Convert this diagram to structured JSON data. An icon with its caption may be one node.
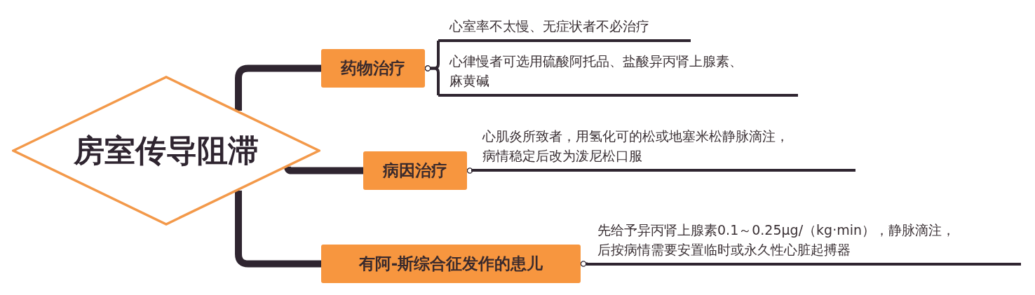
{
  "diagram": {
    "nodes": [
      {
        "text": [
          "房室传导阻滞"
        ]
      },
      {
        "text": [
          "药物治疗"
        ]
      },
      {
        "text": [
          "病因治疗"
        ]
      },
      {
        "text": [
          "有阿-斯综合征发作的患儿"
        ]
      },
      {
        "text": [
          "心室率不太慢、无症状者不必治疗"
        ]
      },
      {
        "text": [
          "心律慢者可选用硫酸阿托品、盐酸异丙肾上腺素、麻黄碱"
        ]
      },
      {
        "text": [
          "心肌炎所致者，用氢化可的松或地塞米松静脉滴注，病情稳定后改为泼尼松口服"
        ]
      },
      {
        "text": [
          "先给予异丙肾上腺素0.1～0.25μg/（kg·min），静脉滴注，后按病情需要安置临时或永久性心脏起搏器"
        ]
      }
    ],
    "edges": [
      {
        "from": 0,
        "to": 1,
        "arrow": "none",
        "style": "thick"
      },
      {
        "from": 0,
        "to": 2,
        "arrow": "none",
        "style": "thick"
      },
      {
        "from": 0,
        "to": 3,
        "arrow": "none",
        "style": "thick"
      },
      {
        "from": 1,
        "to": 4,
        "arrow": "other"
      },
      {
        "from": 1,
        "to": 5,
        "arrow": "other"
      },
      {
        "from": 2,
        "to": 6,
        "arrow": "other"
      },
      {
        "from": 3,
        "to": 7,
        "arrow": "other"
      }
    ]
  }
}
